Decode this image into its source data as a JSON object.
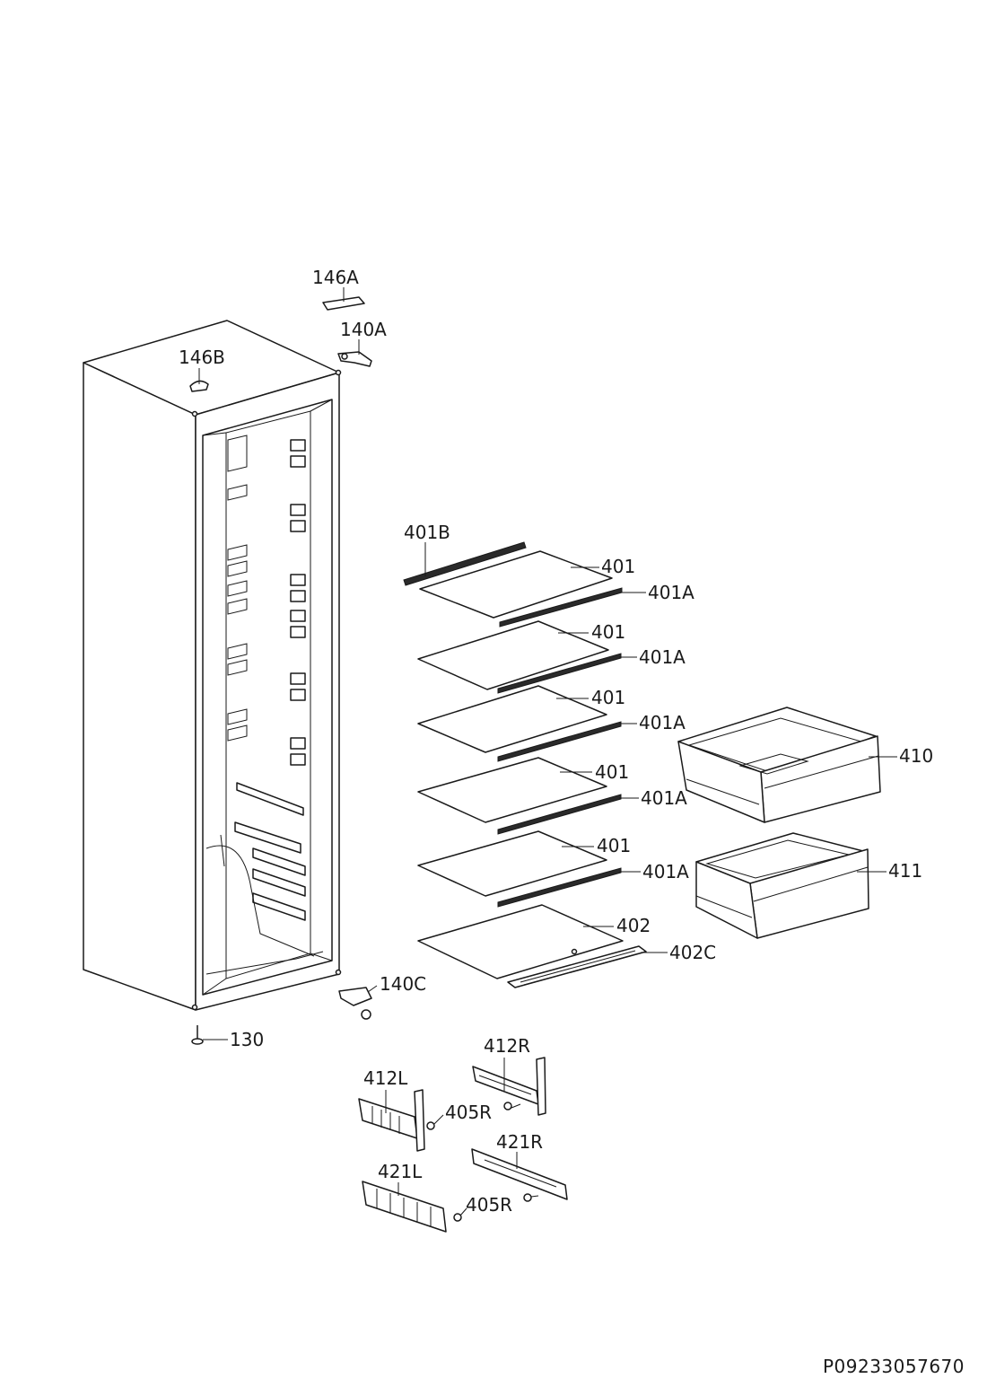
{
  "labels": {
    "p146A": "146A",
    "p140A": "140A",
    "p146B": "146B",
    "p401B": "401B",
    "p401_1": "401",
    "p401A_1": "401A",
    "p401_2": "401",
    "p401A_2": "401A",
    "p401_3": "401",
    "p401A_3": "401A",
    "p401_4": "401",
    "p401A_4": "401A",
    "p401_5": "401",
    "p401A_5": "401A",
    "p402": "402",
    "p402C": "402C",
    "p410": "410",
    "p411": "411",
    "p140C": "140C",
    "p130": "130",
    "p412R": "412R",
    "p412L": "412L",
    "p405R_1": "405R",
    "p421R": "421R",
    "p421L": "421L",
    "p405R_2": "405R"
  },
  "document_number": "P09233057670"
}
